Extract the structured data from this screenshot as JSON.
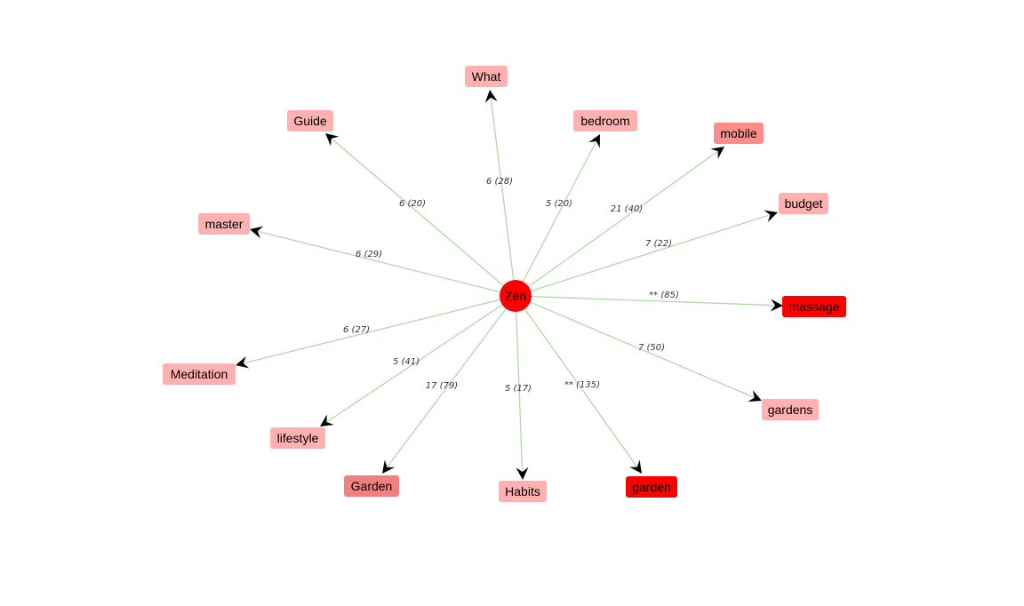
{
  "center": {
    "label": "Zen",
    "color": "#ff0000"
  },
  "edge_color": "#a8d8a0",
  "nodes": [
    {
      "label": "What",
      "edge_label": "6 (28)",
      "color": "#ffb0b0"
    },
    {
      "label": "bedroom",
      "edge_label": "5 (20)",
      "color": "#ffb0b0"
    },
    {
      "label": "mobile",
      "edge_label": "21 (40)",
      "color": "#ff8c8c"
    },
    {
      "label": "budget",
      "edge_label": "7 (22)",
      "color": "#ffb0b0"
    },
    {
      "label": "massage",
      "edge_label": "** (85)",
      "color": "#ff0000"
    },
    {
      "label": "gardens",
      "edge_label": "7 (50)",
      "color": "#ffb0b0"
    },
    {
      "label": "garden",
      "edge_label": "** (135)",
      "color": "#ff0000"
    },
    {
      "label": "Habits",
      "edge_label": "5 (17)",
      "color": "#ffb0b0"
    },
    {
      "label": "Garden",
      "edge_label": "17 (79)",
      "color": "#f08080"
    },
    {
      "label": "lifestyle",
      "edge_label": "5 (41)",
      "color": "#ffb0b0"
    },
    {
      "label": "Meditation",
      "edge_label": "6 (27)",
      "color": "#ffb0b0"
    },
    {
      "label": "master",
      "edge_label": "6 (29)",
      "color": "#ffb0b0"
    },
    {
      "label": "Guide",
      "edge_label": "6 (20)",
      "color": "#ffb0b0"
    }
  ]
}
